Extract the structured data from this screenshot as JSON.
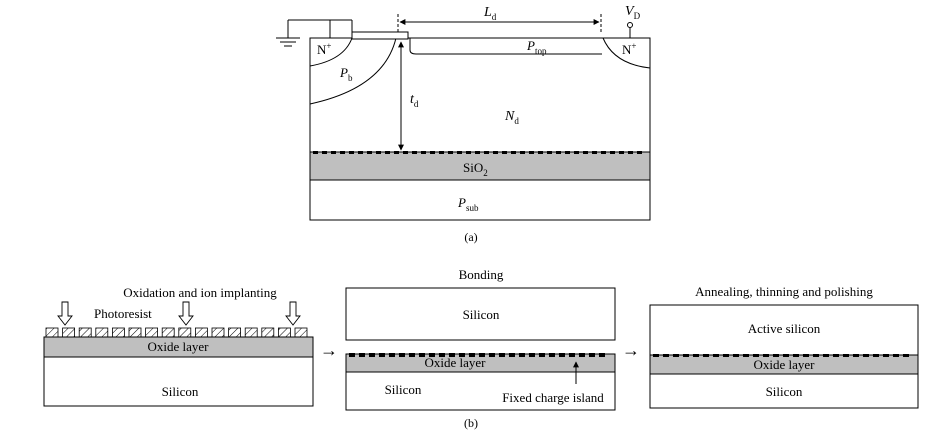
{
  "part_a": {
    "caption": "(a)",
    "n_plus_left": "N",
    "n_plus_right": "N",
    "plus_sup": "+",
    "ld_main": "L",
    "ld_sub": "d",
    "vd_main": "V",
    "vd_sub": "D",
    "ptop_main": "P",
    "ptop_sub": "top",
    "pb_main": "P",
    "pb_sub": "b",
    "td_main": "t",
    "td_sub": "d",
    "nd_main": "N",
    "nd_sub": "d",
    "sio2_main": "SiO",
    "sio2_sub": "2",
    "psub_main": "P",
    "psub_sub": "sub"
  },
  "part_b": {
    "caption": "(b)",
    "step1": {
      "title": "Oxidation and ion implanting",
      "photoresist": "Photoresist",
      "oxide": "Oxide layer",
      "silicon": "Silicon"
    },
    "step2": {
      "title": "Bonding",
      "top_silicon": "Silicon",
      "oxide": "Oxide layer",
      "silicon": "Silicon",
      "fixed_charge": "Fixed charge island"
    },
    "step3": {
      "title": "Annealing, thinning and polishing",
      "active": "Active silicon",
      "oxide": "Oxide layer",
      "silicon": "Silicon"
    },
    "arrow_glyph": "→"
  }
}
